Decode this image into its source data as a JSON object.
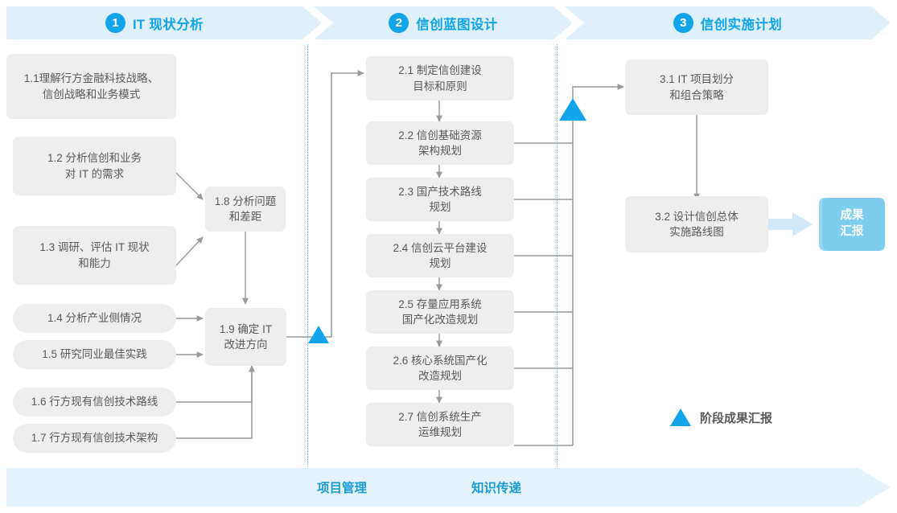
{
  "phases": [
    {
      "num": "1",
      "label": "IT 现状分析"
    },
    {
      "num": "2",
      "label": "信创蓝图设计"
    },
    {
      "num": "3",
      "label": "信创实施计划"
    }
  ],
  "tasks": {
    "t11": "1.1理解行方金融科技战略、\n信创战略和业务模式",
    "t12": "1.2 分析信创和业务\n对 IT 的需求",
    "t13": "1.3 调研、评估 IT 现状\n和能力",
    "t14": "1.4 分析产业侧情况",
    "t15": "1.5 研究同业最佳实践",
    "t16": "1.6 行方现有信创技术路线",
    "t17": "1.7 行方现有信创技术架构",
    "t18": "1.8 分析问题\n和差距",
    "t19": "1.9 确定 IT\n改进方向",
    "t21": "2.1 制定信创建设\n目标和原则",
    "t22": "2.2 信创基础资源\n架构规划",
    "t23": "2.3 国产技术路线\n规划",
    "t24": "2.4 信创云平台建设\n规划",
    "t25": "2.5 存量应用系统\n国产化改造规划",
    "t26": "2.6 核心系统国产化\n改造规划",
    "t27": "2.7 信创系统生产\n运维规划",
    "t31": "3.1 IT 项目划分\n和组合策略",
    "t32": "3.2 设计信创总体\n实施路线图"
  },
  "deliverable": {
    "label": "成果\n汇报"
  },
  "legend": {
    "label": "阶段成果汇报",
    "marker": "milestone-triangle"
  },
  "lane": {
    "items": [
      {
        "label": "项目管理"
      },
      {
        "label": "知识传递"
      }
    ]
  },
  "colors": {
    "accent": "#11a4e8",
    "band": "#dff0fb",
    "lane": "#e4f3fb",
    "box": "#eeeeee",
    "box_text": "#58595b",
    "badge": "#7fcdee",
    "connector": "#9a9a9a",
    "divider": "#5bc4ea"
  }
}
